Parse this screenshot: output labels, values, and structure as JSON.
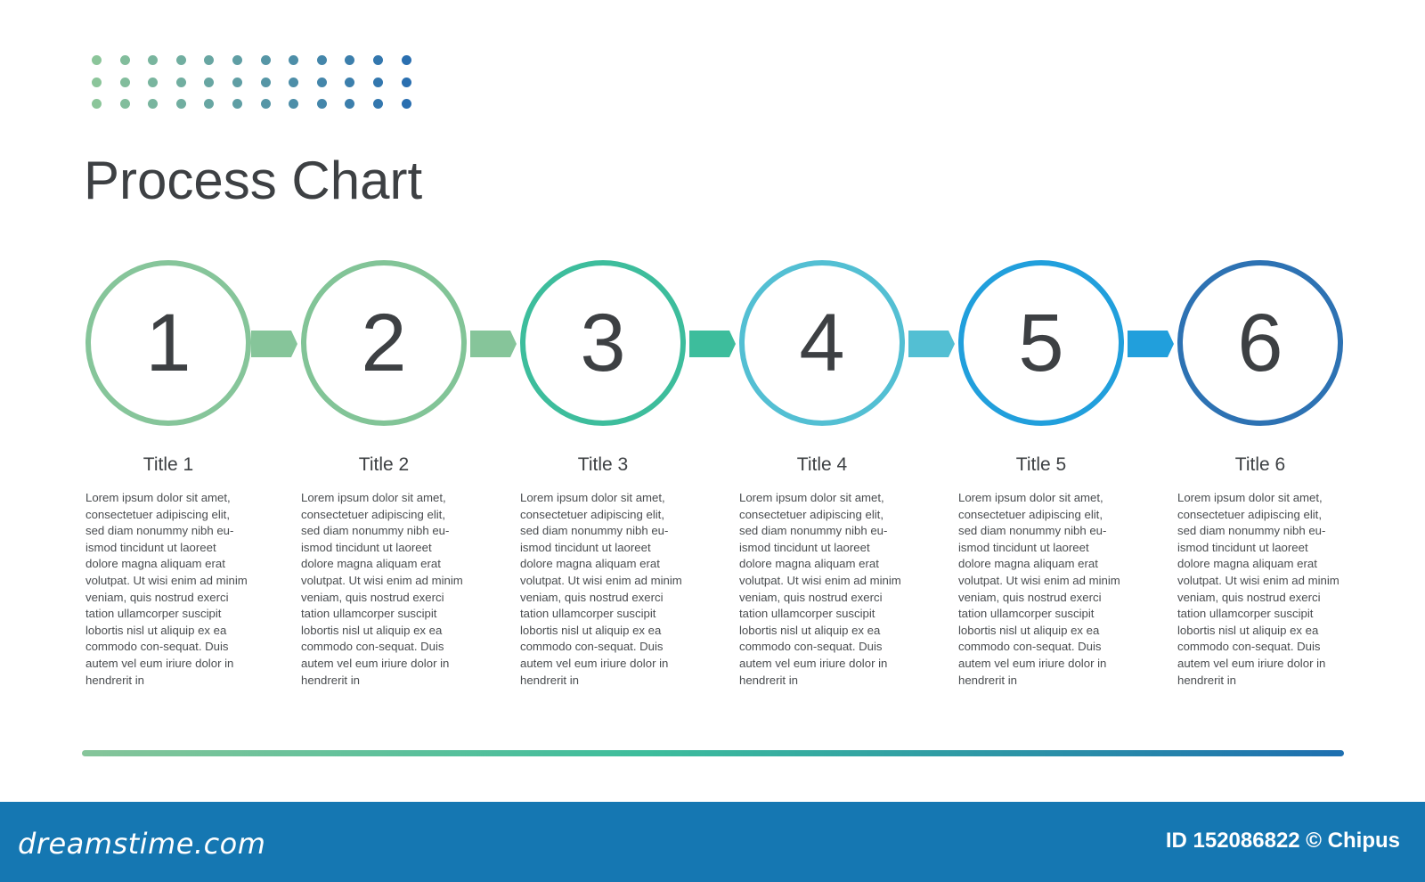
{
  "title": "Process Chart",
  "colors": {
    "ring": [
      "#86c59a",
      "#82c497",
      "#3dbd9c",
      "#53bfd3",
      "#219fdc",
      "#2d72b3"
    ],
    "connector": [
      "#86c59a",
      "#86c59a",
      "#3dbd9c",
      "#53bfd3",
      "#219fdc"
    ],
    "dots_start": "#8bc59a",
    "dots_end": "#2a6fb0",
    "line_start": "#86c59a",
    "line_mid": "#3dbd9c",
    "line_end": "#1e6fb0",
    "watermark_bar": "#1577b2"
  },
  "steps": [
    {
      "number": "1",
      "title": "Title 1",
      "text": "Lorem ipsum dolor sit amet, consectetuer adipiscing elit, sed diam nonummy nibh eu-ismod tincidunt ut laoreet dolore magna aliquam erat volutpat. Ut wisi enim ad minim veniam, quis nostrud exerci tation ullamcorper suscipit lobortis nisl ut aliquip ex ea commodo con-sequat. Duis autem vel eum iriure dolor in hendrerit in"
    },
    {
      "number": "2",
      "title": "Title 2",
      "text": "Lorem ipsum dolor sit amet, consectetuer adipiscing elit, sed diam nonummy nibh eu-ismod tincidunt ut laoreet dolore magna aliquam erat volutpat. Ut wisi enim ad minim veniam, quis nostrud exerci tation ullamcorper suscipit lobortis nisl ut aliquip ex ea commodo con-sequat. Duis autem vel eum iriure dolor in hendrerit in"
    },
    {
      "number": "3",
      "title": "Title 3",
      "text": "Lorem ipsum dolor sit amet, consectetuer adipiscing elit, sed diam nonummy nibh eu-ismod tincidunt ut laoreet dolore magna aliquam erat volutpat. Ut wisi enim ad minim veniam, quis nostrud exerci tation ullamcorper suscipit lobortis nisl ut aliquip ex ea commodo con-sequat. Duis autem vel eum iriure dolor in hendrerit in"
    },
    {
      "number": "4",
      "title": "Title 4",
      "text": "Lorem ipsum dolor sit amet, consectetuer adipiscing elit, sed diam nonummy nibh eu-ismod tincidunt ut laoreet dolore magna aliquam erat volutpat. Ut wisi enim ad minim veniam, quis nostrud exerci tation ullamcorper suscipit lobortis nisl ut aliquip ex ea commodo con-sequat. Duis autem vel eum iriure dolor in hendrerit in"
    },
    {
      "number": "5",
      "title": "Title 5",
      "text": "Lorem ipsum dolor sit amet, consectetuer adipiscing elit, sed diam nonummy nibh eu-ismod tincidunt ut laoreet dolore magna aliquam erat volutpat. Ut wisi enim ad minim veniam, quis nostrud exerci tation ullamcorper suscipit lobortis nisl ut aliquip ex ea commodo con-sequat. Duis autem vel eum iriure dolor in hendrerit in"
    },
    {
      "number": "6",
      "title": "Title 6",
      "text": "Lorem ipsum dolor sit amet, consectetuer adipiscing elit, sed diam nonummy nibh eu-ismod tincidunt ut laoreet dolore magna aliquam erat volutpat. Ut wisi enim ad minim veniam, quis nostrud exerci tation ullamcorper suscipit lobortis nisl ut aliquip ex ea commodo con-sequat. Duis autem vel eum iriure dolor in hendrerit in"
    }
  ],
  "watermark": {
    "logo": "dreamstime.com",
    "id_text": "ID 152086822 © Chipus"
  }
}
